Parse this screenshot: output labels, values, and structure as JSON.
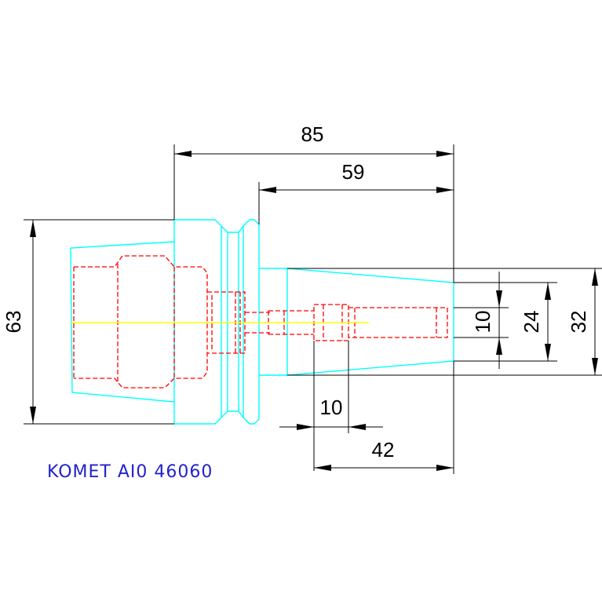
{
  "dimensions": {
    "overall_length": "85",
    "shank_length": "59",
    "flange_diameter": "63",
    "bore_small": "10",
    "bore_mid": "24",
    "bore_large": "32",
    "bore_width": "10",
    "bore_depth": "42"
  },
  "label": {
    "model": "KOMET AI0 46060"
  },
  "colors": {
    "outline": "#00ffff",
    "hidden_lines": "#ff0000",
    "center_line": "#ffff00",
    "dimensions": "#000000",
    "label": "#2222cc"
  }
}
